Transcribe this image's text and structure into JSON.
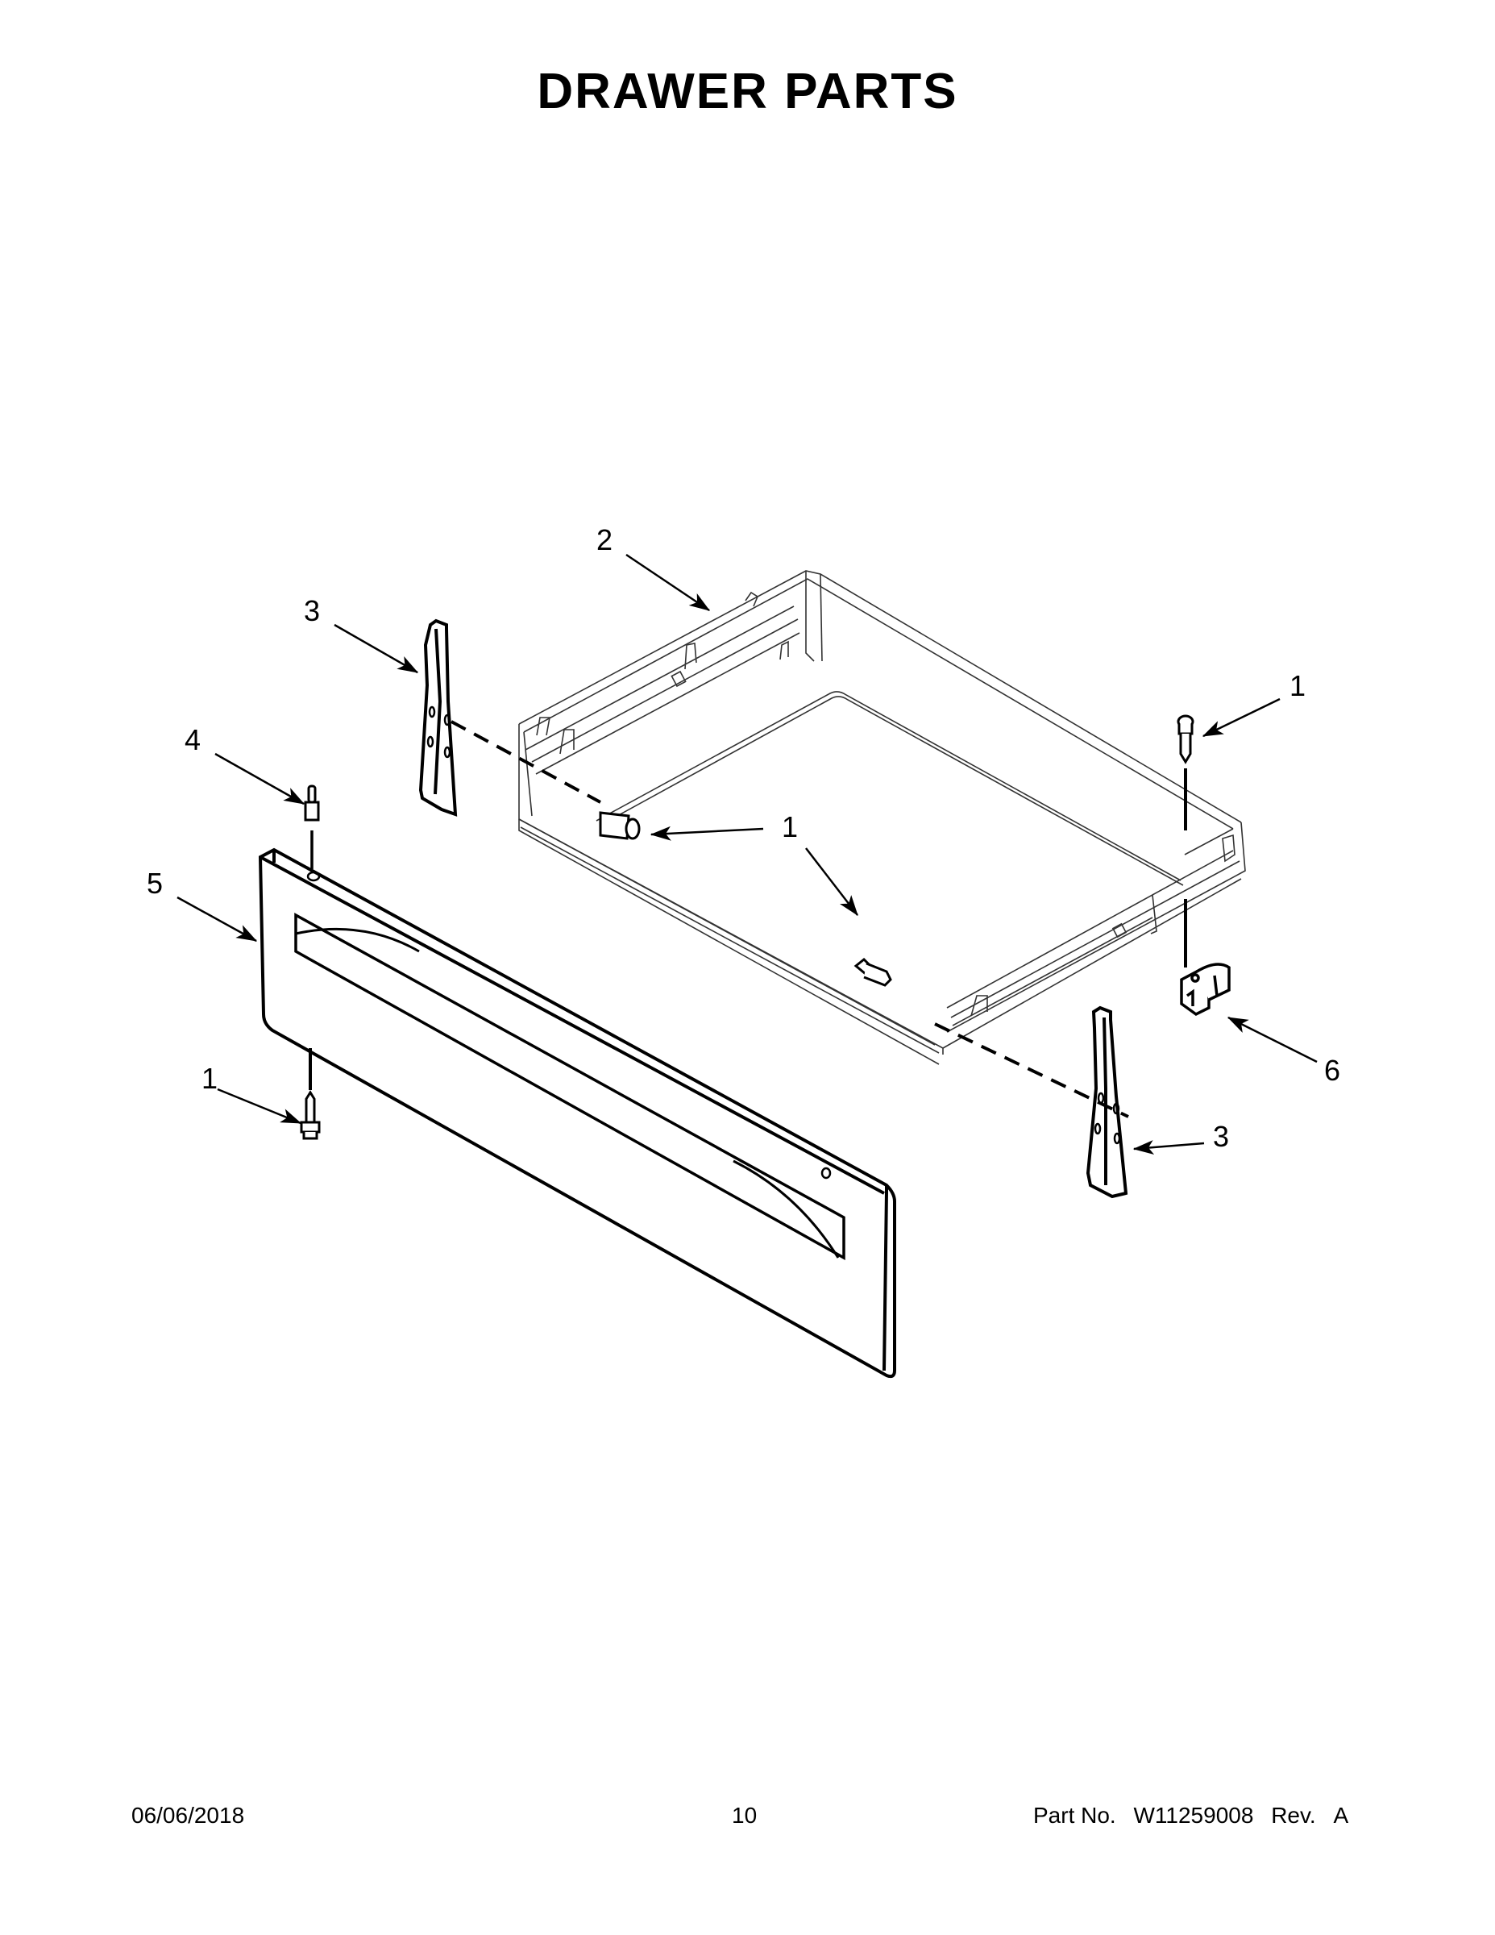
{
  "header": {
    "title": "DRAWER PARTS"
  },
  "diagram": {
    "callouts": [
      {
        "id": "callout-2",
        "label": "2",
        "part": "drawer-body"
      },
      {
        "id": "callout-3-top",
        "label": "3",
        "part": "drawer-glide-left"
      },
      {
        "id": "callout-4",
        "label": "4",
        "part": "stud"
      },
      {
        "id": "callout-5",
        "label": "5",
        "part": "drawer-front-panel"
      },
      {
        "id": "callout-1-top-right",
        "label": "1",
        "part": "screw"
      },
      {
        "id": "callout-1-middle",
        "label": "1",
        "part": "screw"
      },
      {
        "id": "callout-1-bottom-left",
        "label": "1",
        "part": "screw"
      },
      {
        "id": "callout-6",
        "label": "6",
        "part": "clip"
      },
      {
        "id": "callout-3-bottom",
        "label": "3",
        "part": "drawer-glide-right"
      }
    ],
    "colors": {
      "line": "#000000",
      "thin_line": "#555555",
      "background": "#ffffff"
    }
  },
  "footer": {
    "date": "06/06/2018",
    "page": "10",
    "part_label": "Part No.",
    "part_number": "W11259008",
    "rev_label": "Rev.",
    "rev": "A"
  }
}
